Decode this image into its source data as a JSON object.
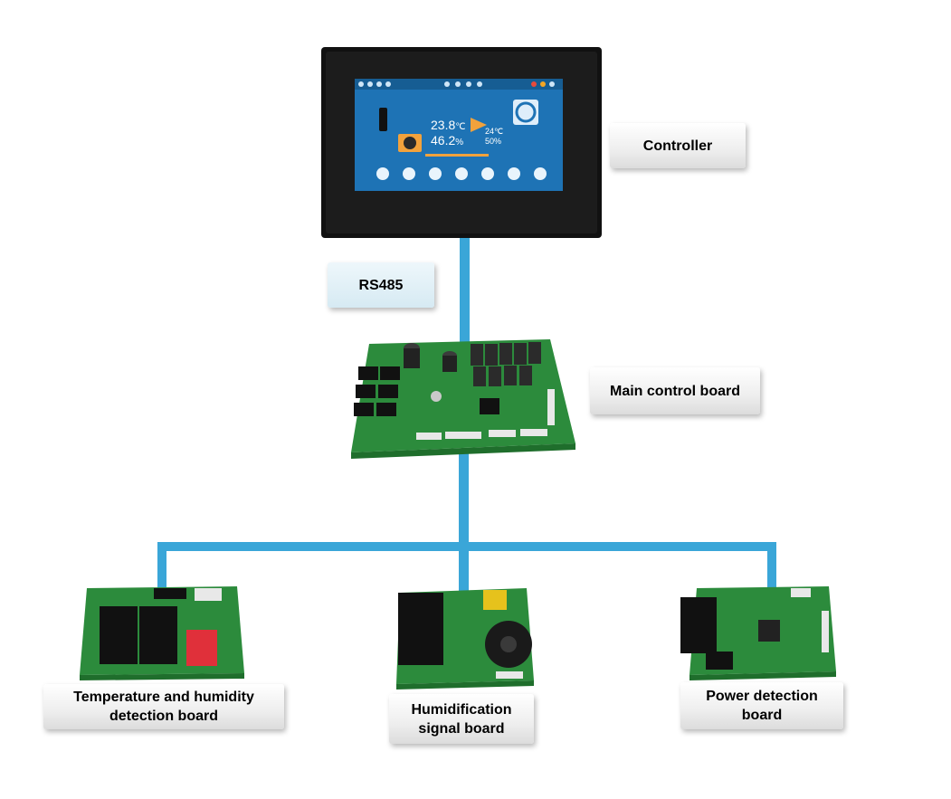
{
  "colors": {
    "bus": "#3aa6d8",
    "pcb": "#2c8b3c",
    "pcb_dark": "#1f6e2c",
    "connector": "#111111",
    "screen": "#1e73b5"
  },
  "nodes": {
    "controller": {
      "label": "Controller"
    },
    "rs485": {
      "label": "RS485"
    },
    "main_board": {
      "label": "Main control board"
    },
    "temp_board": {
      "line1": "Temperature and humidity",
      "line2": "detection board"
    },
    "humid_board": {
      "line1": "Humidification",
      "line2": "signal board"
    },
    "power_board": {
      "line1": "Power detection",
      "line2": "board"
    }
  },
  "screen": {
    "temperature": "23.8",
    "temp_unit": "℃",
    "humidity": "46.2",
    "hum_unit": "%",
    "setpoint_temp": "24℃",
    "setpoint_hum": "50%"
  }
}
